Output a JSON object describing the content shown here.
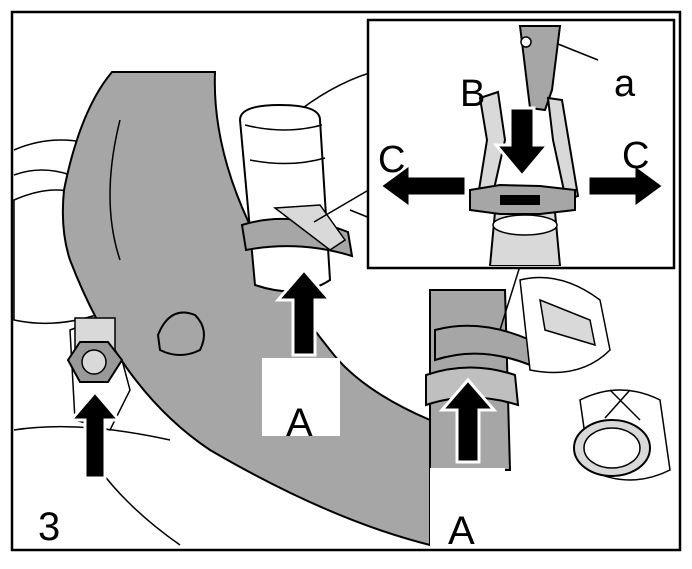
{
  "figure": {
    "step_number": "3",
    "callouts": {
      "a": "a",
      "b": "B",
      "c_left": "C",
      "c_right": "C",
      "a_center": "A",
      "a_bottom": "A"
    }
  },
  "colors": {
    "outline": "#000000",
    "pipe_fill": "#a6a6a6",
    "light_fill": "#d9d9d9",
    "background": "#ffffff"
  }
}
